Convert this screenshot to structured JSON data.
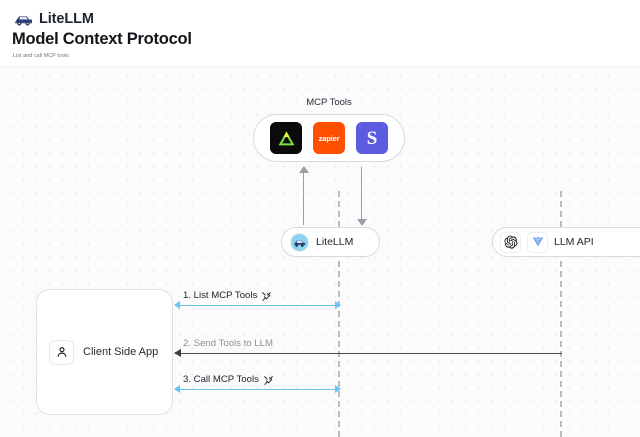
{
  "brand": {
    "name": "LiteLLM",
    "logo_icon": "litellm-truck-logo"
  },
  "header": {
    "title": "Model Context Protocol",
    "subtitle": "List and call MCP tools"
  },
  "canvas": {
    "background": "#fbfbfc",
    "grid": "dotted"
  },
  "mcp_tools": {
    "label": "MCP Tools",
    "tiles": [
      {
        "name": "dialpad-tool-icon",
        "glyph": "triangle",
        "bg": "#0b0b0c",
        "fg": "#7ee03c"
      },
      {
        "name": "zapier-tool-icon",
        "glyph": "zapier",
        "bg": "#ff4f00",
        "fg": "#ffffff"
      },
      {
        "name": "slack-tool-icon",
        "glyph": "S",
        "bg": "#5c5ce0",
        "fg": "#ffffff"
      }
    ]
  },
  "nodes": {
    "litellm": {
      "label": "LiteLLM",
      "icon": "litellm-avatar-icon",
      "accent": "#8fd4ef"
    },
    "llm_api": {
      "label": "LLM API",
      "icons": [
        "openai-logo-icon",
        "vertex-ai-logo-icon"
      ]
    },
    "client": {
      "label": "Client Side App",
      "icon": "user-person-icon"
    }
  },
  "messages": [
    {
      "id": "msg-1",
      "label": "1. List MCP Tools",
      "icon": "tools-icon",
      "color": "#6cc4f0",
      "direction": "bidirectional"
    },
    {
      "id": "msg-2",
      "label": "2. Send Tools to LLM",
      "icon": "",
      "color": "#4a4f57",
      "direction": "right-to-left"
    },
    {
      "id": "msg-3",
      "label": "3. Call MCP Tools",
      "icon": "tools-icon",
      "color": "#6cc4f0",
      "direction": "bidirectional"
    }
  ],
  "connectors": {
    "up_to_mcp": "arrow-up",
    "down_to_litellm": "arrow-down",
    "lifeline_style": "dashed",
    "lifeline_color": "#b9bcc2"
  }
}
